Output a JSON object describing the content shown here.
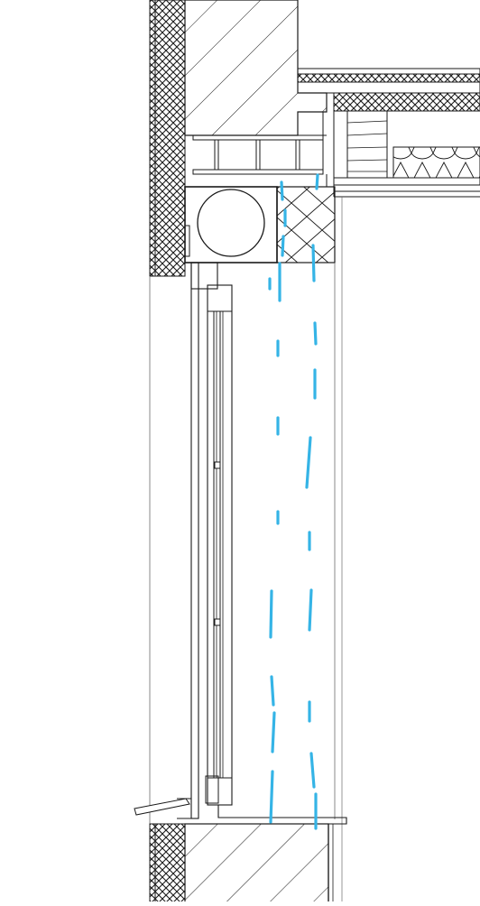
{
  "drawing": {
    "type": "architectural-section-detail",
    "subject": "window-head-and-sill-with-roller-shutter-box",
    "components": [
      "exterior-insulation",
      "masonry-wall-upper",
      "masonry-wall-lower",
      "floor-slab",
      "floor-insulation",
      "ceiling-board",
      "roller-shutter-box",
      "shutter-roll",
      "shutter-guide",
      "window-frame",
      "glazing",
      "window-sill",
      "interior-reveal",
      "blue-markup-lines"
    ]
  },
  "colors": {
    "line": "#1a1a1a",
    "thin_line": "#6b6b6b",
    "markup": "#35b4e6",
    "background": "#ffffff"
  }
}
